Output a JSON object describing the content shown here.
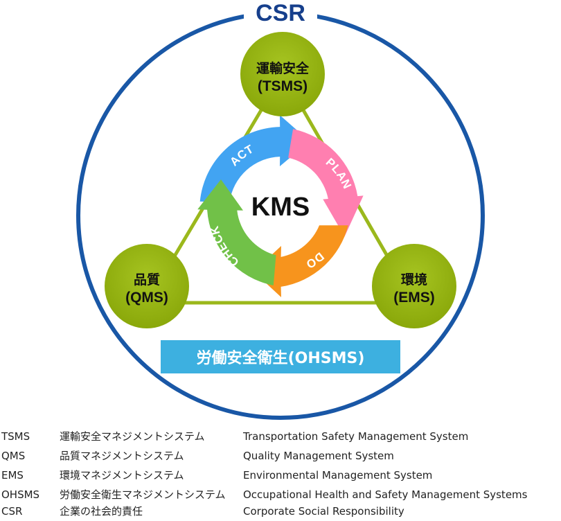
{
  "diagram": {
    "title": "CSR",
    "center": "KMS",
    "cycle": [
      "ACT",
      "PLAN",
      "DO",
      "CHECK"
    ],
    "nodes": {
      "top": {
        "line1": "運輸安全",
        "line2": "(TSMS)"
      },
      "left": {
        "line1": "品質",
        "line2": "(QMS)"
      },
      "right": {
        "line1": "環境",
        "line2": "(EMS)"
      }
    },
    "banner": "労働安全衛生(OHSMS)",
    "colors": {
      "csr_ring": "#1957a6",
      "node_fill": "#94b40c",
      "triangle": "#9bb81c",
      "banner": "#3db0e0",
      "act": "#42a4f2",
      "plan": "#ff7fb0",
      "do": "#f7941d",
      "check": "#71c148"
    }
  },
  "glossary": [
    {
      "abbr": "TSMS",
      "jp": "運輸安全マネジメントシステム",
      "en": "Transportation Safety Management System"
    },
    {
      "abbr": "QMS",
      "jp": "品質マネジメントシステム",
      "en": "Quality Management System"
    },
    {
      "abbr": "EMS",
      "jp": "環境マネジメントシステム",
      "en": "Environmental Management System"
    },
    {
      "abbr": "OHSMS",
      "jp": "労働安全衛生マネジメントシステム",
      "en": "Occupational Health and Safety Management Systems"
    },
    {
      "abbr": "CSR",
      "jp": "企業の社会的責任",
      "en": "Corporate Social Responsibility"
    }
  ]
}
